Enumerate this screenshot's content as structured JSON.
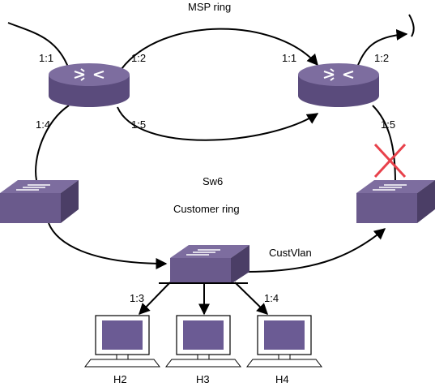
{
  "labels": {
    "msp_ring": "MSP ring",
    "sw6": "Sw6",
    "customer_ring": "Customer ring",
    "custvlan": "CustVlan"
  },
  "ports": {
    "left_router_1_1": "1:1",
    "left_router_1_2": "1:2",
    "left_router_1_4": "1:4",
    "left_router_1_5": "1:5",
    "right_router_1_1": "1:1",
    "right_router_1_2": "1:2",
    "right_router_1_5": "1:5",
    "center_switch_1_3": "1:3",
    "center_switch_1_4": "1:4"
  },
  "hosts": {
    "h2": "H2",
    "h3": "H3",
    "h4": "H4"
  },
  "colors": {
    "device_fill": "#6a5a8c",
    "device_top": "#7d6d9f",
    "device_dark": "#4b3e66",
    "screen": "#6b5b94",
    "broken_link_mark": "#e8414b"
  }
}
